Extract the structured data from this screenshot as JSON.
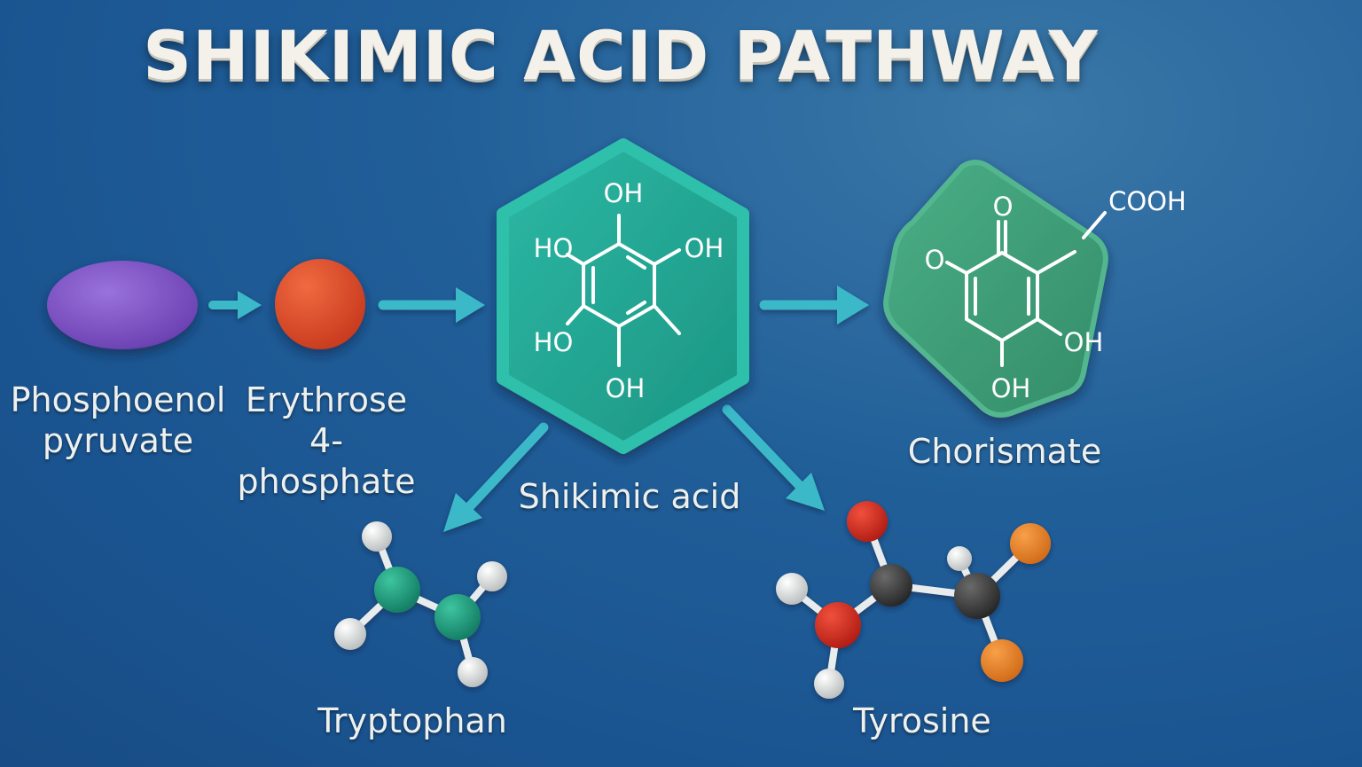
{
  "title": "SHIKIMIC ACID PATHWAY",
  "nodes": {
    "pep": {
      "line1": "Phosphoenol",
      "line2": "pyruvate",
      "color": "#7a4fc0"
    },
    "e4p": {
      "line1": "Erythrose",
      "line2": "4-phosphate",
      "color": "#e0502c"
    },
    "shikimic": {
      "label": "Shikimic acid",
      "color": "#23a593",
      "groups": {
        "top": "OH",
        "upper_left": "HO",
        "upper_right": "OH",
        "lower_left": "HO",
        "bottom": "OH"
      }
    },
    "chorismate": {
      "label": "Chorismate",
      "color": "#3c9e78",
      "groups": {
        "top": "O",
        "left": "O",
        "cooh": "COOH",
        "lower_right": "OH",
        "bottom": "OH"
      }
    },
    "tryptophan": {
      "label": "Tryptophan",
      "atom_color": "#1e9a7c"
    },
    "tyrosine": {
      "label": "Tyrosine",
      "atom_colors": [
        "#d0291f",
        "#3a3a3a",
        "#e8852a"
      ]
    }
  },
  "colors": {
    "arrow": "#3ab9c8",
    "background": "#1f5a96",
    "text": "#eef0ee"
  }
}
